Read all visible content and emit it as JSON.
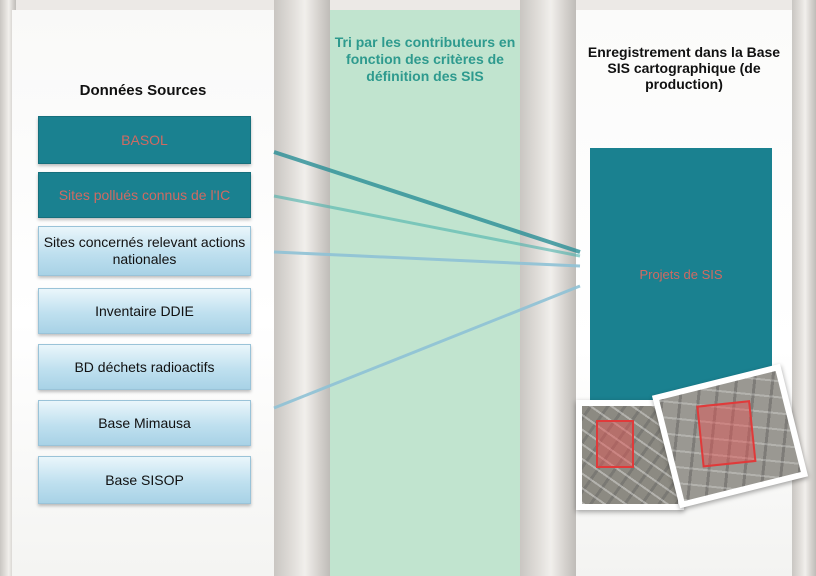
{
  "columns": {
    "left_title": "Données Sources",
    "middle_title": "Tri par les contributeurs en fonction des critères de définition des SIS",
    "right_title": "Enregistrement dans la Base SIS cartographique (de production)"
  },
  "sources": [
    {
      "label": "BASOL",
      "style": "dark"
    },
    {
      "label": "Sites pollués connus de l'IC",
      "style": "dark"
    },
    {
      "label": "Sites concernés relevant actions nationales",
      "style": "light"
    },
    {
      "label": "Inventaire DDIE",
      "style": "light"
    },
    {
      "label": "BD déchets radioactifs",
      "style": "light"
    },
    {
      "label": "Base Mimausa",
      "style": "light"
    },
    {
      "label": "Base SISOP",
      "style": "light"
    }
  ],
  "target": {
    "label": "Projets de SIS"
  },
  "colors": {
    "teal_box": "#1a8190",
    "light_box": "#bfe0ef",
    "middle_band": "#bfe4ce",
    "middle_title_text": "#2e9a8e",
    "parcel_outline": "#e03a3a"
  },
  "icons": [
    "map-parcel-photo",
    "aerial-parcel-photo"
  ]
}
